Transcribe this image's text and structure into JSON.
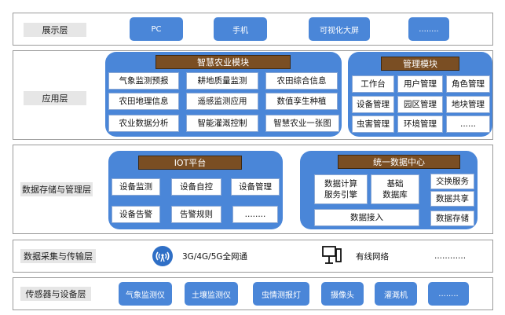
{
  "layers": {
    "display": {
      "label": "展示层",
      "items": [
        "PC",
        "手机",
        "可视化大屏",
        "........"
      ]
    },
    "application": {
      "label": "应用层",
      "smart_agri": {
        "title": "智慧农业模块",
        "cells": [
          "气象监测预报",
          "耕地质量监测",
          "农田综合信息",
          "农田地理信息",
          "遥感监测应用",
          "数值孪生种植",
          "农业数据分析",
          "智能灌溉控制",
          "智慧农业一张图"
        ]
      },
      "management": {
        "title": "管理模块",
        "cells": [
          "工作台",
          "用户管理",
          "角色管理",
          "设备管理",
          "园区管理",
          "地块管理",
          "虫害管理",
          "环境管理",
          "......"
        ]
      }
    },
    "data": {
      "label": "数据存储与管理层",
      "iot": {
        "title": "IOT平台",
        "cells": [
          "设备监测",
          "设备自控",
          "设备管理",
          "设备告警",
          "告警规则",
          "........"
        ]
      },
      "center": {
        "title": "统一数据中心",
        "compute": "数据计算\n服务引擎",
        "base_db": "基础\n数据库",
        "exchange": "交换服务",
        "sharing": "数据共享",
        "access": "数据接入",
        "storage": "数据存储"
      }
    },
    "transport": {
      "label": "数据采集与传输层",
      "network": "3G/4G/5G全网通",
      "wired": "有线网络",
      "more": "............"
    },
    "sensor": {
      "label": "传感器与设备层",
      "items": [
        "气象监测仪",
        "土壤监测仪",
        "虫情测报灯",
        "摄像头",
        "灌溉机",
        "........"
      ]
    }
  },
  "colors": {
    "accent_blue": "#4a86d8",
    "title_brown": "#7a4e23",
    "label_gray": "#e6e6e6",
    "border_gray": "#9a9a9a"
  },
  "icons": [
    "wireless-signal-icon",
    "wired-network-icon"
  ]
}
